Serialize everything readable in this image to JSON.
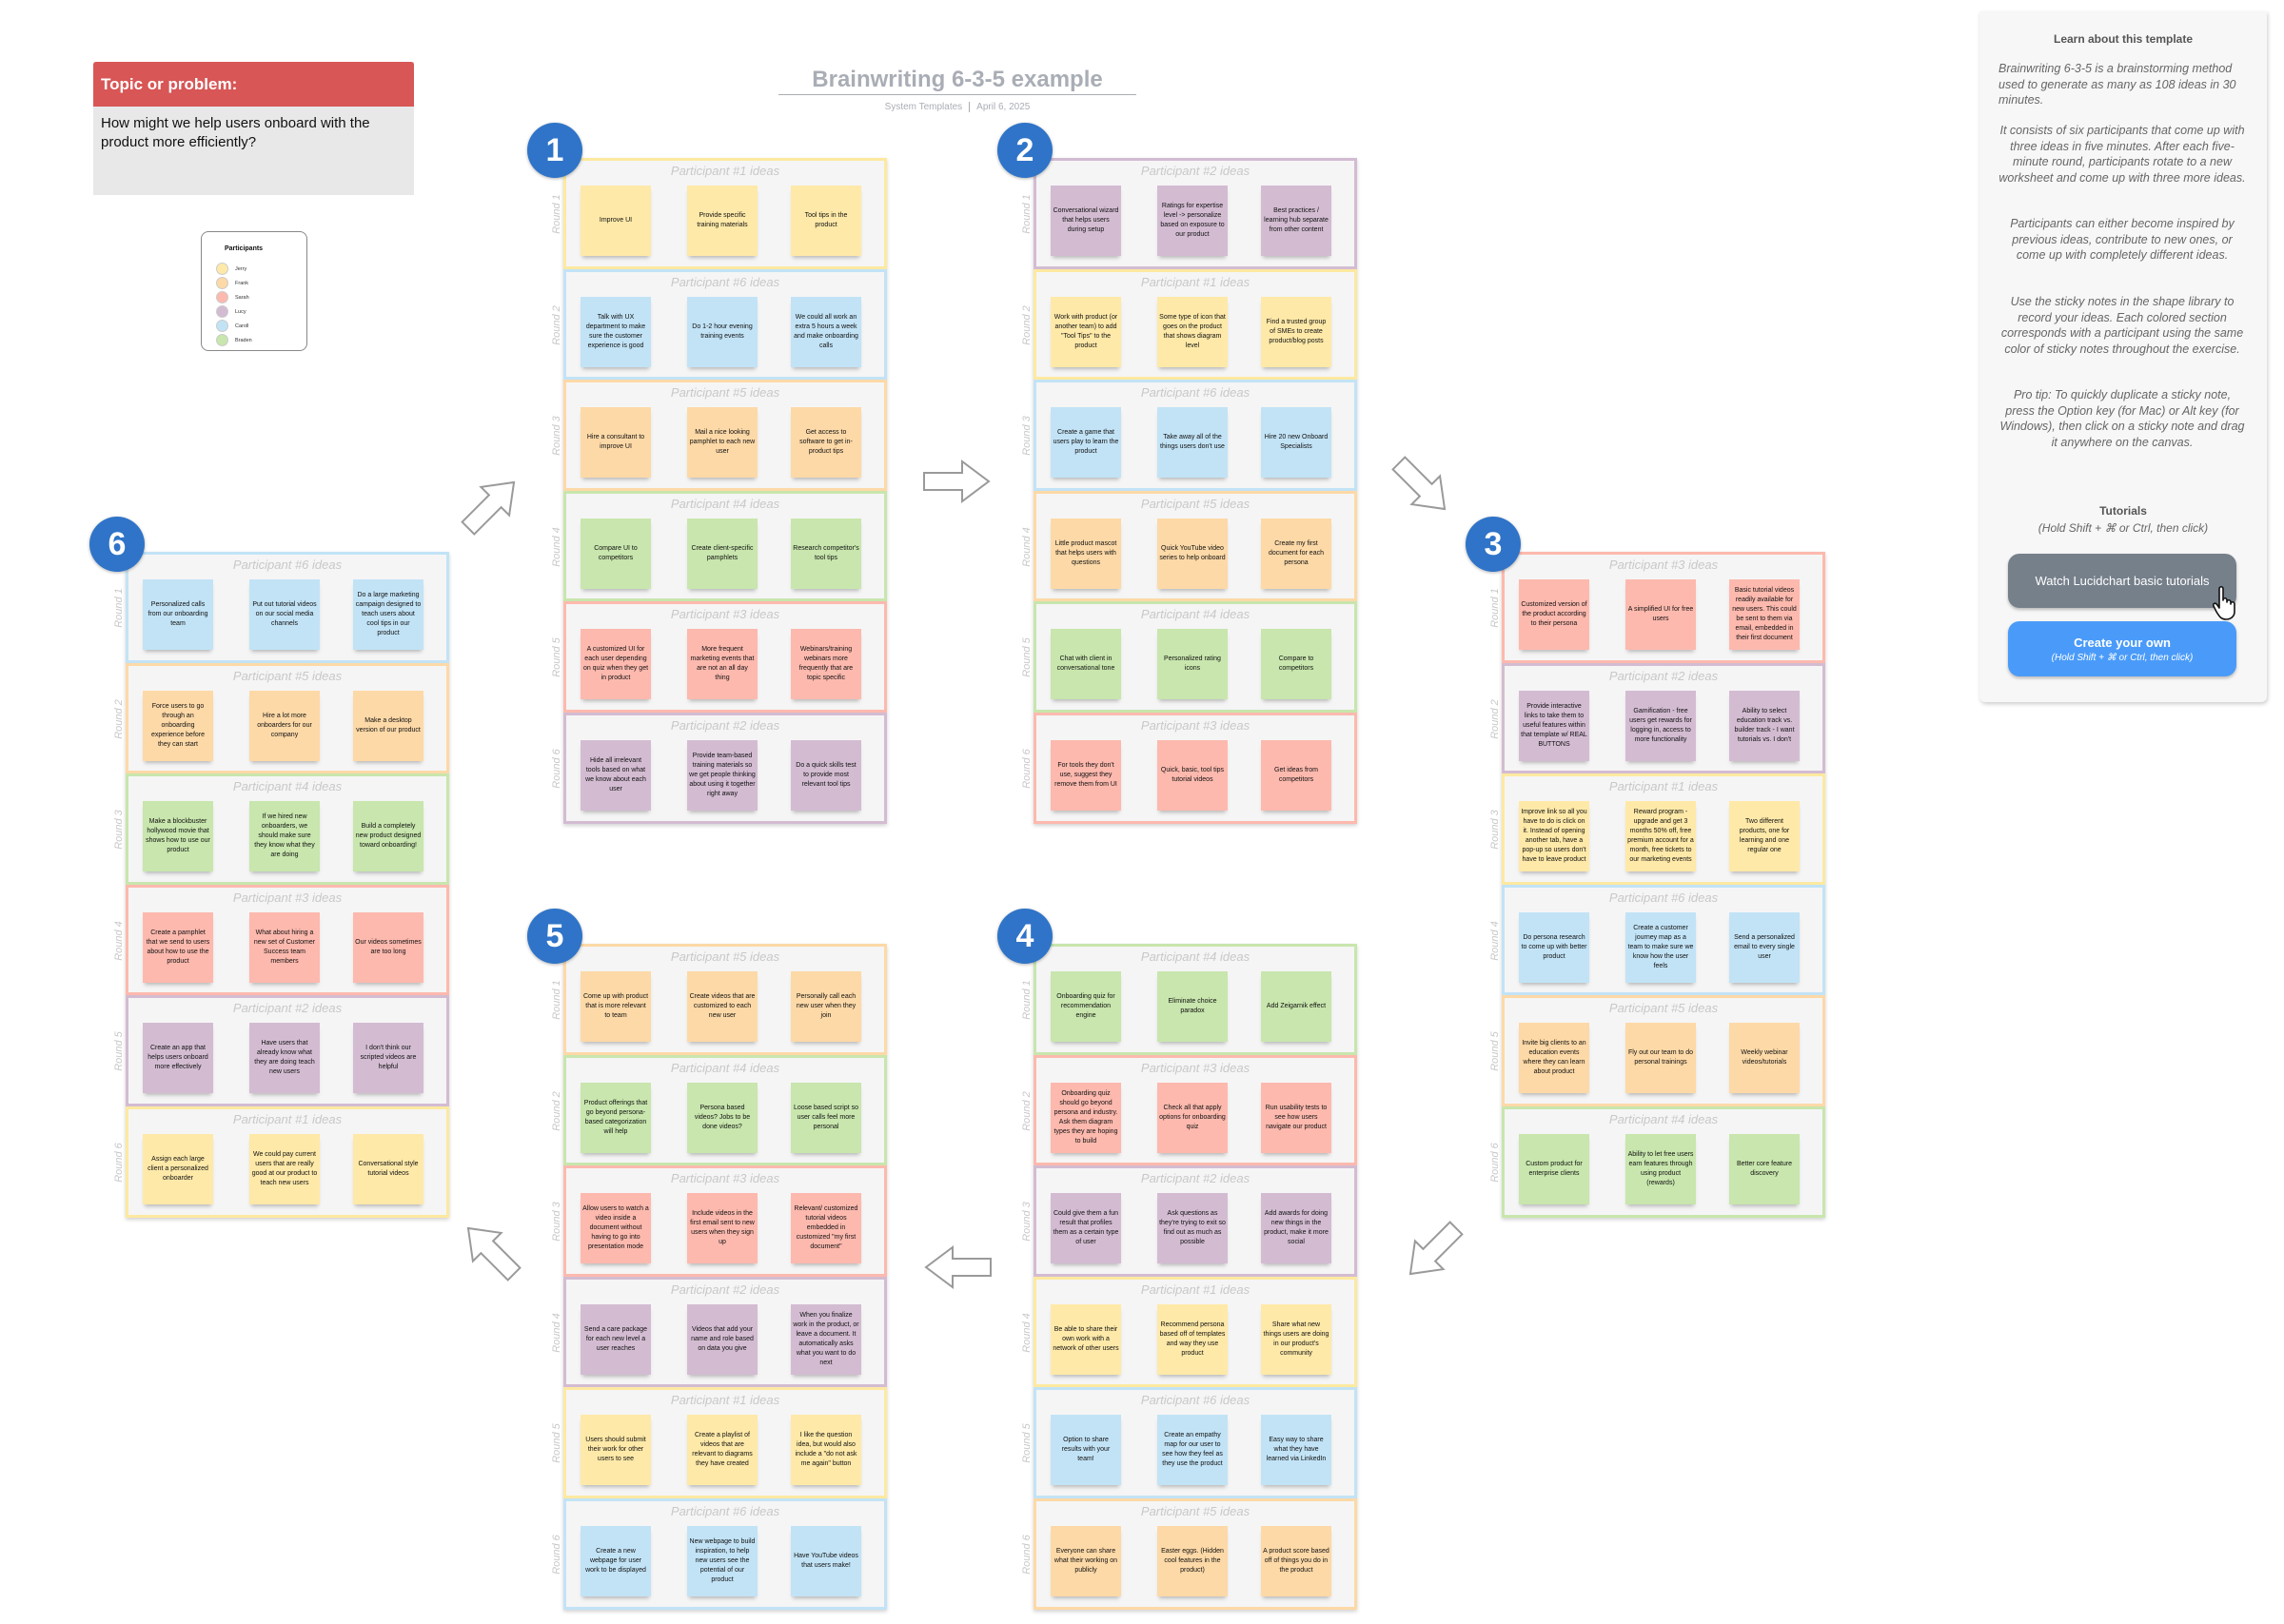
{
  "topic": {
    "label": "Topic or problem:",
    "question": "How might we help users onboard with the product more efficiently?"
  },
  "header": {
    "title": "Brainwriting 6-3-5 example",
    "author": "System Templates",
    "date": "April 6, 2025"
  },
  "colors": {
    "yellow": {
      "fill": "#fee9a8",
      "border": "#fde9a0"
    },
    "purple": {
      "fill": "#d3bcd2",
      "border": "#d3bcd2"
    },
    "red": {
      "fill": "#fdb9ae",
      "border": "#fdb9ae"
    },
    "green": {
      "fill": "#c8e6ad",
      "border": "#c8e6ad"
    },
    "orange": {
      "fill": "#fdd9a7",
      "border": "#fdd9a7"
    },
    "blue": {
      "fill": "#c2e3f6",
      "border": "#c2e3f6"
    },
    "badge": "#2f74c8"
  },
  "legend": {
    "title": "Participants",
    "participants": [
      {
        "name": "Jerry",
        "color": "yellow"
      },
      {
        "name": "Frank",
        "color": "orange"
      },
      {
        "name": "Sarah",
        "color": "red"
      },
      {
        "name": "Lucy",
        "color": "purple"
      },
      {
        "name": "Caroll",
        "color": "blue"
      },
      {
        "name": "Braden",
        "color": "green"
      }
    ]
  },
  "worksheets": [
    {
      "number": "1",
      "sections": [
        {
          "round": "Round 1",
          "title": "Participant #1 ideas",
          "color": "yellow",
          "ideas": [
            "Improve UI",
            "Provide specific training materials",
            "Tool tips in the product"
          ]
        },
        {
          "round": "Round 2",
          "title": "Participant #6 ideas",
          "color": "blue",
          "ideas": [
            "Talk with UX department to make sure the customer experience is good",
            "Do 1-2 hour evening training events",
            "We could all work an extra 5 hours a week and make onboarding calls"
          ]
        },
        {
          "round": "Round 3",
          "title": "Participant #5 ideas",
          "color": "orange",
          "ideas": [
            "Hire a consultant to improve UI",
            "Mail a nice looking pamphlet to each new user",
            "Get access to software to get in-product tips"
          ]
        },
        {
          "round": "Round 4",
          "title": "Participant #4 ideas",
          "color": "green",
          "ideas": [
            "Compare UI to competitors",
            "Create client-specific pamphlets",
            "Research competitor's tool tips"
          ]
        },
        {
          "round": "Round 5",
          "title": "Participant #3 ideas",
          "color": "red",
          "ideas": [
            "A customized UI for each user depending on quiz when they get in product",
            "More frequent marketing events that are not an all day thing",
            "Webinars/training webinars more frequently that are topic specific"
          ]
        },
        {
          "round": "Round 6",
          "title": "Participant #2 ideas",
          "color": "purple",
          "ideas": [
            "Hide all irrelevant tools based on what we know about each user",
            "Provide team-based training materials so we get people thinking about using it together right away",
            "Do a quick skills test to provide most relevant tool tips"
          ]
        }
      ]
    },
    {
      "number": "2",
      "sections": [
        {
          "round": "Round 1",
          "title": "Participant #2 ideas",
          "color": "purple",
          "ideas": [
            "Conversational wizard that helps users during setup",
            "Ratings for expertise level -> personalize based on exposure to our product",
            "Best practices / learning hub separate from other content"
          ]
        },
        {
          "round": "Round 2",
          "title": "Participant #1 ideas",
          "color": "yellow",
          "ideas": [
            "Work with product (or another team) to add \"Tool Tips\" to the product",
            "Some type of icon that goes on the product that shows diagram level",
            "Find a trusted group of SMEs to create product/blog posts"
          ]
        },
        {
          "round": "Round 3",
          "title": "Participant #6 ideas",
          "color": "blue",
          "ideas": [
            "Create a game that users play to learn the product",
            "Take away all of the things users don't use",
            "Hire 20 new Onboard Specialists"
          ]
        },
        {
          "round": "Round 4",
          "title": "Participant #5 ideas",
          "color": "orange",
          "ideas": [
            "Little product mascot that helps users with questions",
            "Quick YouTube video series to help onboard",
            "Create my first document for each persona"
          ]
        },
        {
          "round": "Round 5",
          "title": "Participant #4 ideas",
          "color": "green",
          "ideas": [
            "Chat with client in conversational tone",
            "Personalized rating icons",
            "Compare to competitors"
          ]
        },
        {
          "round": "Round 6",
          "title": "Participant #3 ideas",
          "color": "red",
          "ideas": [
            "For tools they don't use, suggest they remove them from UI",
            "Quick, basic, tool tips tutorial videos",
            "Get ideas from competitors"
          ]
        }
      ]
    },
    {
      "number": "3",
      "sections": [
        {
          "round": "Round 1",
          "title": "Participant #3 ideas",
          "color": "red",
          "ideas": [
            "Customized version of the product according to their persona",
            "A simplified UI for free users",
            "Basic tutorial videos readily available for new users. This could be sent to them via email, embedded in their first document"
          ]
        },
        {
          "round": "Round 2",
          "title": "Participant #2 ideas",
          "color": "purple",
          "ideas": [
            "Provide interactive links to take them to useful features within that template w/ REAL BUTTONS",
            "Gamification - free users get rewards for logging in, access to more functionality",
            "Ability to select education track vs. builder track - I want tutorials vs. I don't"
          ]
        },
        {
          "round": "Round 3",
          "title": "Participant #1 ideas",
          "color": "yellow",
          "ideas": [
            "Improve link so all you have to do is click on it. Instead of opening another tab, have a pop-up so users don't have to leave product",
            "Reward program - upgrade and get 3 months 50% off, free premium account for a month, free tickets to our marketing events",
            "Two different products, one for learning and one regular one"
          ]
        },
        {
          "round": "Round 4",
          "title": "Participant #6 ideas",
          "color": "blue",
          "ideas": [
            "Do persona research to come up with better product",
            "Create a customer journey map as a team to make sure we know how the user feels",
            "Send a personalized email to every single user"
          ]
        },
        {
          "round": "Round 5",
          "title": "Participant #5 ideas",
          "color": "orange",
          "ideas": [
            "Invite big clients to an education events where they can learn about product",
            "Fly out our team to do personal trainings",
            "Weekly webinar videos/tutorials"
          ]
        },
        {
          "round": "Round 6",
          "title": "Participant #4 ideas",
          "color": "green",
          "ideas": [
            "Custom product for enterprise clients",
            "Ability to let free users earn features through using product (rewards)",
            "Better core feature discovery"
          ]
        }
      ]
    },
    {
      "number": "4",
      "sections": [
        {
          "round": "Round 1",
          "title": "Participant #4 ideas",
          "color": "green",
          "ideas": [
            "Onboarding quiz for recommendation engine",
            "Eliminate choice paradox",
            "Add Zeigarnik effect"
          ]
        },
        {
          "round": "Round 2",
          "title": "Participant #3 ideas",
          "color": "red",
          "ideas": [
            "Onboarding quiz should go beyond persona and industry. Ask them diagram types they are hoping to build",
            "Check all that apply options for onboarding quiz",
            "Run usability tests to see how users navigate our product"
          ]
        },
        {
          "round": "Round 3",
          "title": "Participant #2 ideas",
          "color": "purple",
          "ideas": [
            "Could give them a fun result that profiles them as a certain type of user",
            "Ask questions as they're trying to exit so find out as much as possible",
            "Add awards for doing new things in the product, make it more social"
          ]
        },
        {
          "round": "Round 4",
          "title": "Participant #1 ideas",
          "color": "yellow",
          "ideas": [
            "Be able to share their own work with a network of other users",
            "Recommend persona based off of templates and way they use product",
            "Share what new things users are doing in our product's community"
          ]
        },
        {
          "round": "Round 5",
          "title": "Participant #6 ideas",
          "color": "blue",
          "ideas": [
            "Option to share results with your team!",
            "Create an empathy map for our user to see how they feel as they use the product",
            "Easy way to share what they have learned via LinkedIn"
          ]
        },
        {
          "round": "Round 6",
          "title": "Participant #5 ideas",
          "color": "orange",
          "ideas": [
            "Everyone can share what their working on publicly",
            "Easter eggs. (Hidden cool features in the product)",
            "A product score based off of things you do in the product"
          ]
        }
      ]
    },
    {
      "number": "5",
      "sections": [
        {
          "round": "Round 1",
          "title": "Participant #5 ideas",
          "color": "orange",
          "ideas": [
            "Come up with product that is more relevant to team",
            "Create videos that are customized to each new user",
            "Personally call each new user when they join"
          ]
        },
        {
          "round": "Round 2",
          "title": "Participant #4 ideas",
          "color": "green",
          "ideas": [
            "Product offerings that go beyond persona-based categorization will help",
            "Persona based videos? Jobs to be done videos?",
            "Loose based script so user calls feel more personal"
          ]
        },
        {
          "round": "Round 3",
          "title": "Participant #3 ideas",
          "color": "red",
          "ideas": [
            "Allow users to watch a video inside a document without having to go into presentation mode",
            "Include videos in the first email sent to new users when they sign up",
            "Relevant/ customized tutorial videos embedded in customized \"my first document\""
          ]
        },
        {
          "round": "Round 4",
          "title": "Participant #2 ideas",
          "color": "purple",
          "ideas": [
            "Send a care package for each new level a user reaches",
            "Videos that add your name and role based on data you give",
            "When you finalize work in the product, or leave a document. It automatically asks what you want to do next"
          ]
        },
        {
          "round": "Round 5",
          "title": "Participant #1 ideas",
          "color": "yellow",
          "ideas": [
            "Users should submit their work for other users to see",
            "Create a playlist of videos that are relevant to diagrams they have created",
            "I like the question idea, but would also include a \"do not ask me again\" button"
          ]
        },
        {
          "round": "Round 6",
          "title": "Participant #6 ideas",
          "color": "blue",
          "ideas": [
            "Create a new webpage for user work to be displayed",
            "New webpage to build inspiration, to help new users see the potential of our product",
            "Have YouTube videos that users make!"
          ]
        }
      ]
    },
    {
      "number": "6",
      "sections": [
        {
          "round": "Round 1",
          "title": "Participant #6 ideas",
          "color": "blue",
          "ideas": [
            "Personalized calls from our onboarding team",
            "Put out tutorial videos on our social media channels",
            "Do a large marketing campaign designed to teach users about cool tips in our product"
          ]
        },
        {
          "round": "Round 2",
          "title": "Participant #5 ideas",
          "color": "orange",
          "ideas": [
            "Force users to go through an onboarding experience before they can start",
            "Hire a lot more onboarders for our company",
            "Make a desktop version of our product"
          ]
        },
        {
          "round": "Round 3",
          "title": "Participant #4 ideas",
          "color": "green",
          "ideas": [
            "Make a blockbuster hollywood movie that shows how to use our product",
            "If we hired new onboarders, we should make sure they know what they are doing",
            "Build a completely new product designed toward onboarding!"
          ]
        },
        {
          "round": "Round 4",
          "title": "Participant #3 ideas",
          "color": "red",
          "ideas": [
            "Create a pamphlet that we send to users about how to use the product",
            "What about hiring a new set of Customer Success team members",
            "Our videos sometimes are too long"
          ]
        },
        {
          "round": "Round 5",
          "title": "Participant #2 ideas",
          "color": "purple",
          "ideas": [
            "Create an app that helps users onboard more effectively",
            "Have users that already know what they are doing teach new users",
            "I don't think our scripted videos are helpful"
          ]
        },
        {
          "round": "Round 6",
          "title": "Participant #1 ideas",
          "color": "yellow",
          "ideas": [
            "Assign each large client a personalized onboarder",
            "We could pay current users that are really good at our product to teach new users",
            "Conversational style tutorial videos"
          ]
        }
      ]
    }
  ],
  "panel": {
    "title": "Learn about this template",
    "paragraphs": [
      "Brainwriting 6-3-5 is a brainstorming method used to generate as many as 108 ideas in 30 minutes.",
      "It consists of six participants that come up with three ideas in five minutes. After each five-minute round, participants rotate to a new worksheet and come up with three more ideas.",
      "Participants can either become inspired by previous ideas, contribute to new ones, or come up with completely different ideas.",
      "Use the sticky notes in the shape library to record your ideas. Each colored section corresponds with a participant using the same color of sticky notes throughout the exercise.",
      "Pro tip: To quickly duplicate a sticky note, press the Option key (for Mac) or Alt key (for Windows), then click on a sticky note and drag it anywhere on the canvas."
    ],
    "tutorials_title": "Tutorials",
    "tutorials_hint": "(Hold Shift + ⌘ or Ctrl, then click)",
    "watch_button": "Watch Lucidchart basic tutorials",
    "create_button": "Create your own",
    "create_hint": "(Hold Shift + ⌘ or Ctrl, then click)"
  }
}
